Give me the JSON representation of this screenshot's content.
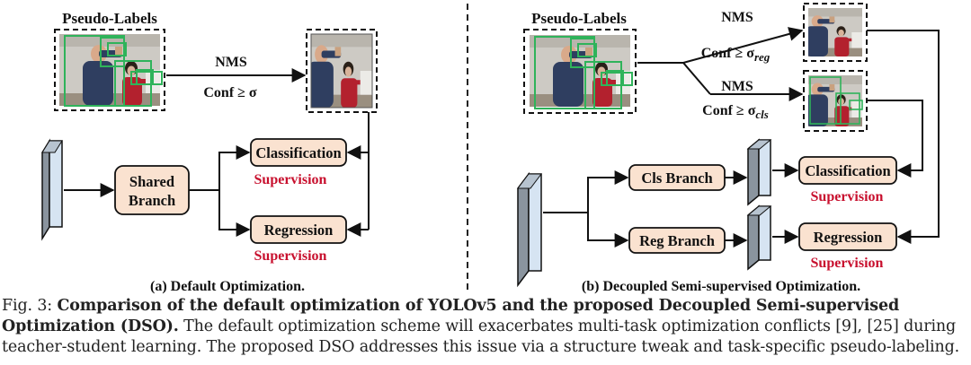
{
  "left": {
    "pseudo_labels": "Pseudo-Labels",
    "nms": "NMS",
    "conf": "Conf ≥ σ",
    "shared_branch_line1": "Shared",
    "shared_branch_line2": "Branch",
    "classification": "Classification",
    "regression": "Regression",
    "supervision": "Supervision",
    "subcaption": "(a) Default Optimization."
  },
  "right": {
    "pseudo_labels": "Pseudo-Labels",
    "nms_top": "NMS",
    "conf_reg": "Conf ≥ σ",
    "conf_reg_sub": "reg",
    "nms_bottom": "NMS",
    "conf_cls": "Conf ≥ σ",
    "conf_cls_sub": "cls",
    "cls_branch": "Cls Branch",
    "reg_branch": "Reg Branch",
    "classification": "Classification",
    "regression": "Regression",
    "supervision": "Supervision",
    "subcaption": "(b) Decoupled Semi-supervised Optimization."
  },
  "caption": {
    "prefix": "Fig. 3: ",
    "title": "Comparison of the default optimization of YOLOv5 and the proposed Decoupled Semi-supervised Optimization (DSO).",
    "body": " The default optimization scheme will exacerbates multi-task optimization conflicts [9], [25] during teacher-student learning. The proposed DSO addresses this issue via a structure tweak and task-specific pseudo-labeling."
  },
  "colors": {
    "box_fill": "#fae2d0",
    "supervision_red": "#c8102e",
    "feature_front": "#d6e4f2",
    "feature_side": "#8a949e",
    "bbox_green": "#2fb35a"
  }
}
